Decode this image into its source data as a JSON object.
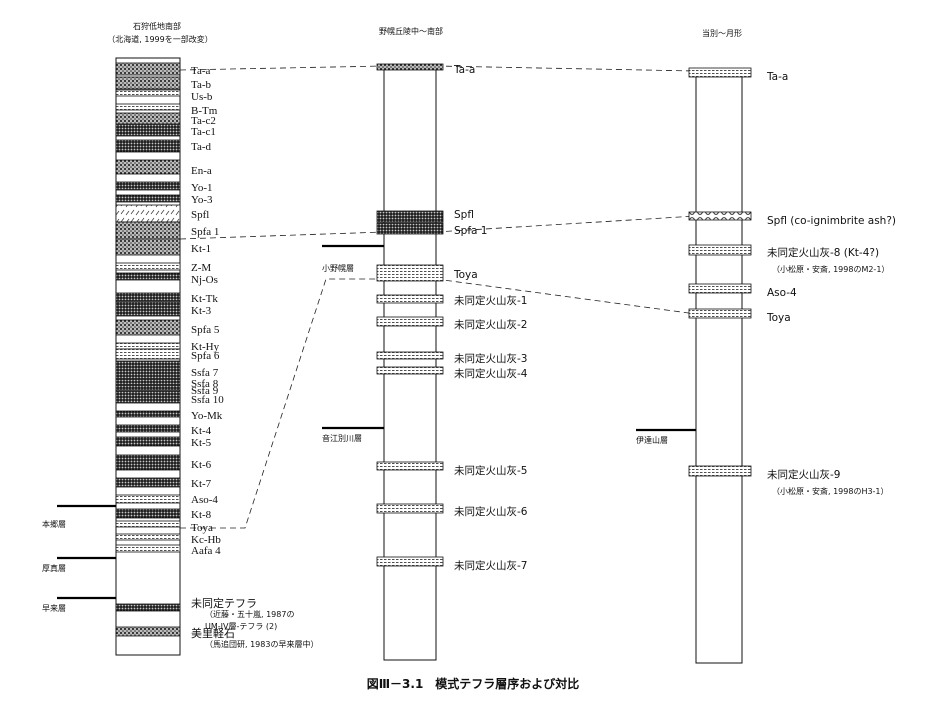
{
  "figure": {
    "caption": "図Ⅲ－3.1　模式テフラ層序および対比"
  },
  "columns": [
    {
      "id": "ishikari",
      "header": [
        "石狩低地南部",
        "（北海道, 1999を一部改変）"
      ],
      "layers": [
        {
          "label": "Ta-a",
          "pattern": "dots"
        },
        {
          "label": "Ta-b",
          "pattern": "dots"
        },
        {
          "label": "Us-b",
          "pattern": "hatch"
        },
        {
          "label": "B-Tm",
          "pattern": "hatch"
        },
        {
          "label": "Ta-c2",
          "pattern": "dots"
        },
        {
          "label": "Ta-c1",
          "pattern": "dense"
        },
        {
          "label": "Ta-d",
          "pattern": "dense"
        },
        {
          "label": "En-a",
          "pattern": "dots"
        },
        {
          "label": "Yo-1",
          "pattern": "dense"
        },
        {
          "label": "Yo-3",
          "pattern": "dense"
        },
        {
          "label": "Spfl",
          "pattern": "flow"
        },
        {
          "label": "Spfa 1",
          "pattern": "dots"
        },
        {
          "label": "Kt-1",
          "pattern": "dots"
        },
        {
          "label": "Z-M",
          "pattern": "hatch"
        },
        {
          "label": "Nj-Os",
          "pattern": "dense"
        },
        {
          "label": "Kt-Tk",
          "pattern": "dense"
        },
        {
          "label": "Kt-3",
          "pattern": "dense"
        },
        {
          "label": "Spfa 5",
          "pattern": "dots"
        },
        {
          "label": "Kt-Hy",
          "pattern": "hatch"
        },
        {
          "label": "Spfa 6",
          "pattern": "hatch"
        },
        {
          "label": "Ssfa 7",
          "pattern": "dense"
        },
        {
          "label": "Ssfa 8",
          "pattern": "dense"
        },
        {
          "label": "Ssfa 9",
          "pattern": "dense"
        },
        {
          "label": "Ssfa 10",
          "pattern": "dense"
        },
        {
          "label": "Yo-Mk",
          "pattern": "dense"
        },
        {
          "label": "Kt-4",
          "pattern": "dense"
        },
        {
          "label": "Kt-5",
          "pattern": "dense"
        },
        {
          "label": "Kt-6",
          "pattern": "dense"
        },
        {
          "label": "Kt-7",
          "pattern": "dense"
        },
        {
          "label": "Aso-4",
          "pattern": "hatch"
        },
        {
          "label": "Kt-8",
          "pattern": "dense"
        },
        {
          "label": "Toya",
          "pattern": "hatch"
        },
        {
          "label": "Kc-Hb",
          "pattern": "hatch"
        },
        {
          "label": "Aafa 4",
          "pattern": "hatch"
        },
        {
          "label": "未同定テフラ",
          "pattern": "dense",
          "notes": [
            "（近藤・五十嵐, 1987の",
            "UM-IV層-テフラ (2)"
          ]
        },
        {
          "label": "美里軽石",
          "pattern": "dots",
          "notes": [
            "（馬追団研, 1983の早来層中）"
          ]
        }
      ],
      "formations": [
        "本郷層",
        "厚真層",
        "早来層"
      ]
    },
    {
      "id": "nopporo",
      "header": [
        "野幌丘陵中～南部"
      ],
      "layers": [
        {
          "label": "Ta-a",
          "pattern": "dots"
        },
        {
          "label": "Spfl",
          "pattern": "dense"
        },
        {
          "label": "Spfa 1",
          "pattern": "dense"
        },
        {
          "label": "Toya",
          "pattern": "hatch"
        },
        {
          "label": "未同定火山灰-1",
          "pattern": "hatch"
        },
        {
          "label": "未同定火山灰-2",
          "pattern": "hatch"
        },
        {
          "label": "未同定火山灰-3",
          "pattern": "hatch"
        },
        {
          "label": "未同定火山灰-4",
          "pattern": "hatch"
        },
        {
          "label": "未同定火山灰-5",
          "pattern": "hatch"
        },
        {
          "label": "未同定火山灰-6",
          "pattern": "hatch"
        },
        {
          "label": "未同定火山灰-7",
          "pattern": "hatch"
        }
      ],
      "formations": [
        "小野幌層",
        "音江別川層"
      ]
    },
    {
      "id": "tobetsu",
      "header": [
        "当別～月形"
      ],
      "layers": [
        {
          "label": "Ta-a",
          "pattern": "hatch"
        },
        {
          "label": "Spfl (co-ignimbrite ash?)",
          "pattern": "circles"
        },
        {
          "label": "未同定火山灰-8 (Kt-4?)",
          "pattern": "hatch",
          "notes": [
            "（小松原・安斎, 1998のM2-1）"
          ]
        },
        {
          "label": "Aso-4",
          "pattern": "hatch"
        },
        {
          "label": "Toya",
          "pattern": "hatch"
        },
        {
          "label": "未同定火山灰-9",
          "pattern": "hatch",
          "notes": [
            "（小松原・安斎, 1998のH3-1）"
          ]
        }
      ],
      "formations": [
        "伊達山層"
      ]
    }
  ]
}
